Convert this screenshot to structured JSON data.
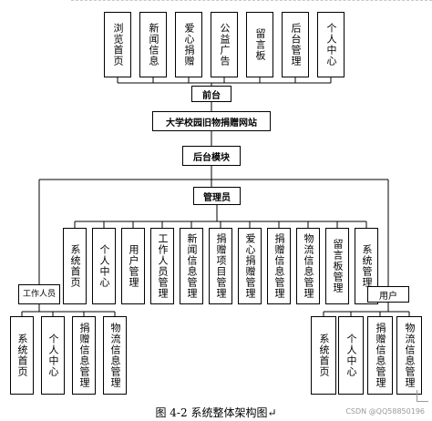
{
  "frontend": {
    "label": "前台",
    "children": [
      "浏览首页",
      "新闻信息",
      "爱心捐赠",
      "公益广告",
      "留言板",
      "后台管理",
      "个人中心"
    ]
  },
  "system": {
    "label": "大学校园旧物捐赠网站"
  },
  "backend": {
    "label": "后台模块"
  },
  "admin": {
    "label": "管理员",
    "children": [
      "系统首页",
      "个人中心",
      "用户管理",
      "工作人员管理",
      "新闻信息管理",
      "捐赠项目管理",
      "爱心捐赠管理",
      "捐赠信息管理",
      "物流信息管理",
      "留言板管理",
      "系统管理"
    ]
  },
  "staff": {
    "label": "工作人员",
    "children": [
      "系统首页",
      "个人中心",
      "捐赠信息管理",
      "物流信息管理"
    ]
  },
  "user": {
    "label": "用户",
    "children": [
      "系统首页",
      "个人中心",
      "捐赠信息管理",
      "物流信息管理"
    ]
  },
  "caption": "图 4-2   系统整体架构图↵",
  "watermark": "CSDN @QQ58850196"
}
